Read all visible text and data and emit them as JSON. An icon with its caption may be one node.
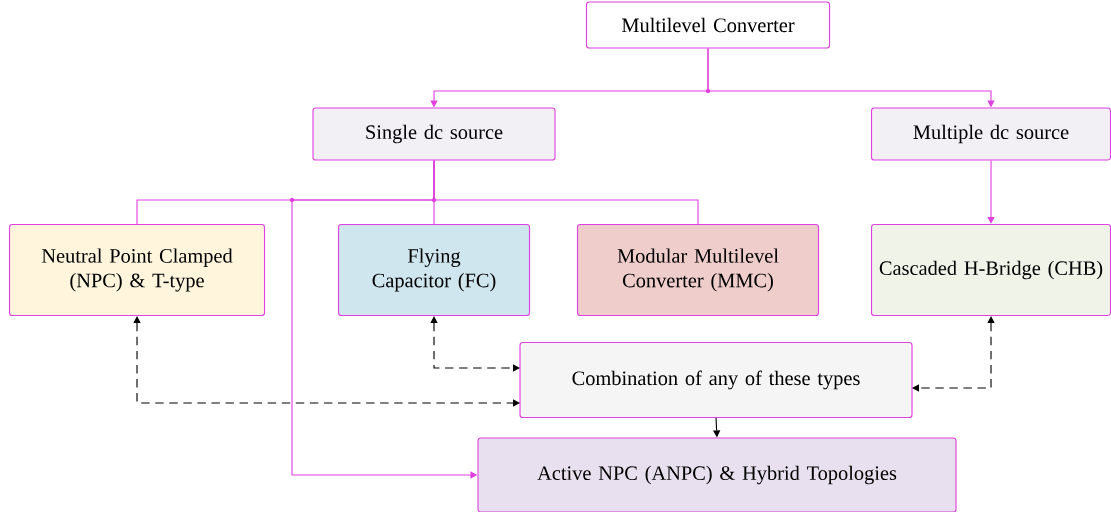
{
  "diagram": {
    "nodes": [
      {
        "text": [
          "Multilevel Converter"
        ]
      },
      {
        "text": [
          "Single dc source"
        ]
      },
      {
        "text": [
          "Multiple dc source"
        ]
      },
      {
        "text": [
          "Neutral Point Clamped (NPC) & T-type"
        ]
      },
      {
        "text": [
          "Flying Capacitor (FC)"
        ]
      },
      {
        "text": [
          "Modular Multilevel Converter (MMC)"
        ]
      },
      {
        "text": [
          "Cascaded H-Bridge (CHB)"
        ]
      },
      {
        "text": [
          "Combination of any of these types"
        ]
      },
      {
        "text": [
          "Active NPC (ANPC) & Hybrid Topologies"
        ]
      }
    ],
    "edges": [
      {
        "from": 0,
        "to": 1,
        "arrow": "to"
      },
      {
        "from": 0,
        "to": 2,
        "arrow": "to"
      },
      {
        "from": 1,
        "to": 3,
        "arrow": "none"
      },
      {
        "from": 1,
        "to": 4,
        "arrow": "none"
      },
      {
        "from": 1,
        "to": 5,
        "arrow": "none"
      },
      {
        "from": 1,
        "to": 8,
        "arrow": "to"
      },
      {
        "from": 2,
        "to": 6,
        "arrow": "to"
      },
      {
        "from": 4,
        "to": 7,
        "arrow": "both",
        "style": "dashed",
        "color": "#000000"
      },
      {
        "from": 3,
        "to": 7,
        "arrow": "both",
        "style": "dashed",
        "color": "#000000"
      },
      {
        "from": 6,
        "to": 7,
        "arrow": "both",
        "style": "dashed",
        "color": "#000000"
      },
      {
        "from": 7,
        "to": 8,
        "arrow": "to",
        "color": "#000000"
      }
    ]
  }
}
